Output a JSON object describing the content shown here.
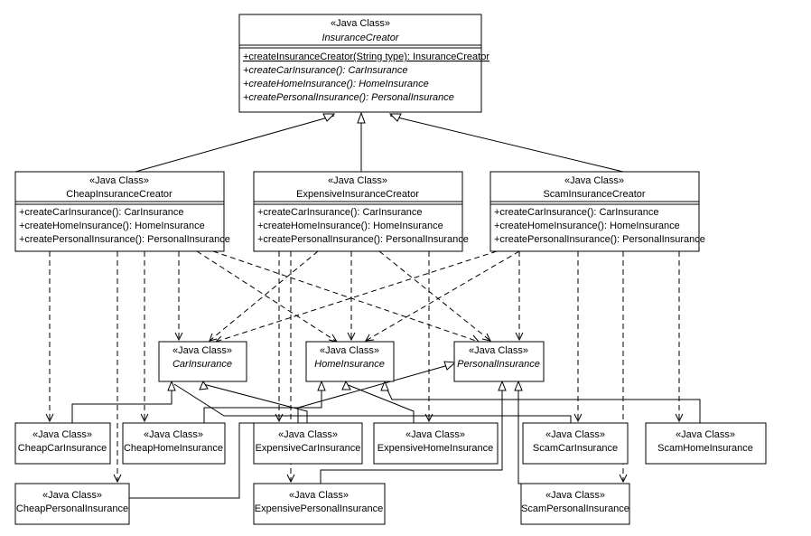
{
  "stereotype": "«Java Class»",
  "classes": {
    "insurance_creator": {
      "name": "InsuranceCreator",
      "ops": [
        "+createInsuranceCreator(String type): InsuranceCreator",
        "+createCarInsurance(): CarInsurance",
        "+createHomeInsurance(): HomeInsurance",
        "+createPersonalInsurance(): PersonalInsurance"
      ]
    },
    "cheap_creator": {
      "name": "CheapInsuranceCreator",
      "ops": [
        "+createCarInsurance(): CarInsurance",
        "+createHomeInsurance(): HomeInsurance",
        "+createPersonalInsurance(): PersonalInsurance"
      ]
    },
    "expensive_creator": {
      "name": "ExpensiveInsuranceCreator",
      "ops": [
        "+createCarInsurance(): CarInsurance",
        "+createHomeInsurance(): HomeInsurance",
        "+createPersonalInsurance(): PersonalInsurance"
      ]
    },
    "scam_creator": {
      "name": "ScamInsuranceCreator",
      "ops": [
        "+createCarInsurance(): CarInsurance",
        "+createHomeInsurance(): HomeInsurance",
        "+createPersonalInsurance(): PersonalInsurance"
      ]
    },
    "car_insurance": {
      "name": "CarInsurance"
    },
    "home_insurance": {
      "name": "HomeInsurance"
    },
    "personal_insurance": {
      "name": "PersonalInsurance"
    },
    "cheap_car": {
      "name": "CheapCarInsurance"
    },
    "cheap_home": {
      "name": "CheapHomeInsurance"
    },
    "expensive_car": {
      "name": "ExpensiveCarInsurance"
    },
    "expensive_home": {
      "name": "ExpensiveHomeInsurance"
    },
    "scam_car": {
      "name": "ScamCarInsurance"
    },
    "scam_home": {
      "name": "ScamHomeInsurance"
    },
    "cheap_personal": {
      "name": "CheapPersonalInsurance"
    },
    "expensive_personal": {
      "name": "ExpensivePersonalInsurance"
    },
    "scam_personal": {
      "name": "ScamPersonalInsurance"
    }
  }
}
